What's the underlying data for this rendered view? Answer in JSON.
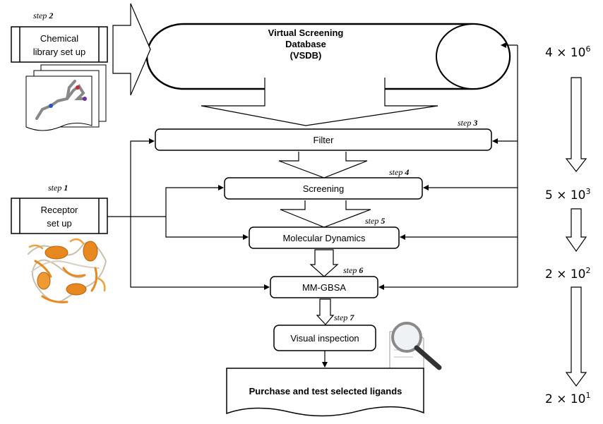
{
  "database": {
    "line1": "Virtual Screening",
    "line2": "Database",
    "line3": "(VSDB)"
  },
  "chemical_library": {
    "step_word": "step",
    "step_num": "2",
    "line1": "Chemical",
    "line2": "library set up"
  },
  "receptor": {
    "step_word": "step",
    "step_num": "1",
    "line1": "Receptor",
    "line2": "set up"
  },
  "filter": {
    "label": "Filter",
    "step_word": "step",
    "step_num": "3"
  },
  "screening": {
    "label": "Screening",
    "step_word": "step",
    "step_num": "4"
  },
  "md": {
    "label": "Molecular Dynamics",
    "step_word": "step",
    "step_num": "5"
  },
  "mmgbsa": {
    "label": "MM-GBSA",
    "step_word": "step",
    "step_num": "6"
  },
  "visual": {
    "label": "Visual inspection",
    "step_word": "step",
    "step_num": "7"
  },
  "purchase": {
    "label": "Purchase and test selected ligands"
  },
  "counts": [
    {
      "base": "4 × 10",
      "exp": "6"
    },
    {
      "base": "5 × 10",
      "exp": "3"
    },
    {
      "base": "2 × 10",
      "exp": "2"
    },
    {
      "base": "2 × 10",
      "exp": "1"
    }
  ],
  "icons": {
    "molecule": "molecule-structure-icon",
    "protein": "protein-structure-icon",
    "magnifier": "magnifying-glass-icon"
  },
  "colors": {
    "protein": "#e8891f",
    "stroke": "#000000"
  }
}
